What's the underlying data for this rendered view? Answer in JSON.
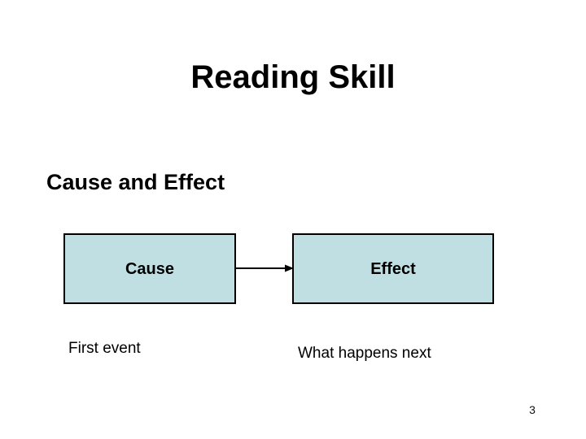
{
  "slide": {
    "title": "Reading Skill",
    "section_heading": "Cause and Effect",
    "page_number": "3",
    "background_color": "#ffffff"
  },
  "diagram": {
    "type": "cause-effect-flow",
    "box_fill_color": "#bfdfe2",
    "box_border_color": "#000000",
    "arrow_color": "#000000",
    "nodes": [
      {
        "id": "cause",
        "label": "Cause",
        "caption": "First event"
      },
      {
        "id": "effect",
        "label": "Effect",
        "caption": "What happens next"
      }
    ],
    "connector": {
      "from": "cause",
      "to": "effect",
      "direction": "left-to-right",
      "arrowhead": "filled-triangle"
    }
  }
}
